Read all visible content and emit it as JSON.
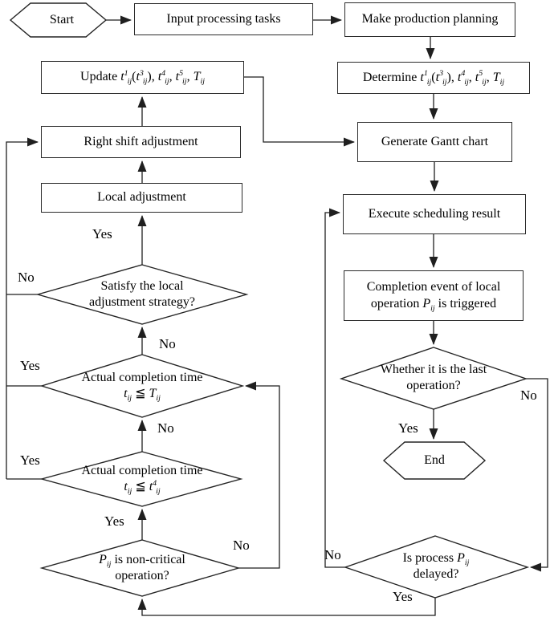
{
  "colors": {
    "background": "#ffffff",
    "line": "#1f1f1f",
    "box_border": "#2b2b2b",
    "text": "#000000"
  },
  "nodes": {
    "start": {
      "label": "Start"
    },
    "input_tasks": {
      "label": "Input processing tasks"
    },
    "make_planning": {
      "label": "Make production planning"
    },
    "determine": {
      "rich": [
        {
          "t": "Determine "
        },
        {
          "i": "t",
          "sup": "1",
          "sub": "ij"
        },
        {
          "t": "("
        },
        {
          "i": "t",
          "sup": "3",
          "sub": "ij"
        },
        {
          "t": "), "
        },
        {
          "i": "t",
          "sup": "4",
          "sub": "ij"
        },
        {
          "t": ", "
        },
        {
          "i": "t",
          "sup": "5",
          "sub": "ij"
        },
        {
          "t": ", "
        },
        {
          "i": "T",
          "sub": "ij"
        }
      ]
    },
    "generate_gantt": {
      "label": "Generate Gantt chart"
    },
    "update": {
      "rich": [
        {
          "t": "Update "
        },
        {
          "i": "t",
          "sup": "1",
          "sub": "ij"
        },
        {
          "t": "("
        },
        {
          "i": "t",
          "sup": "3",
          "sub": "ij"
        },
        {
          "t": "), "
        },
        {
          "i": "t",
          "sup": "4",
          "sub": "ij"
        },
        {
          "t": ", "
        },
        {
          "i": "t",
          "sup": "5",
          "sub": "ij"
        },
        {
          "t": ", "
        },
        {
          "i": "T",
          "sub": "ij"
        }
      ]
    },
    "right_shift": {
      "label": "Right shift adjustment"
    },
    "local_adjustment": {
      "label": "Local adjustment"
    },
    "satisfy_local": {
      "label": "Satisfy the local adjustment strategy?"
    },
    "actual_completion_T": {
      "rich": [
        {
          "t": "Actual completion time"
        },
        {
          "br": true
        },
        {
          "i": "t",
          "sub": "ij"
        },
        {
          "t": " ≦ "
        },
        {
          "i": "T",
          "sub": "ij"
        }
      ]
    },
    "actual_completion_t4": {
      "rich": [
        {
          "t": "Actual completion time"
        },
        {
          "br": true
        },
        {
          "i": "t",
          "sub": "ij"
        },
        {
          "t": " ≦ "
        },
        {
          "i": "t",
          "sup": "4",
          "sub": "ij"
        }
      ]
    },
    "pij_noncritical": {
      "rich": [
        {
          "i": "P",
          "sub": "ij"
        },
        {
          "t": " is non-critical operation?"
        }
      ]
    },
    "execute": {
      "label": "Execute scheduling result"
    },
    "completion_event": {
      "rich": [
        {
          "t": "Completion event of local operation "
        },
        {
          "i": "P",
          "sub": "ij"
        },
        {
          "t": " is triggered"
        }
      ]
    },
    "whether_last": {
      "label": "Whether it is the last operation?"
    },
    "end": {
      "label": "End"
    },
    "is_delayed": {
      "rich": [
        {
          "t": "Is process "
        },
        {
          "i": "P",
          "sub": "ij"
        },
        {
          "t": " delayed?"
        }
      ]
    }
  },
  "edge_labels": {
    "satisfy_yes": "Yes",
    "satisfy_no": "No",
    "actual_T_yes": "Yes",
    "actual_T_no": "No",
    "actual_t4_yes": "Yes",
    "actual_t4_no": "No",
    "pij_yes": "Yes",
    "pij_no": "No",
    "whether_last_yes": "Yes",
    "whether_last_no": "No",
    "is_delayed_yes": "Yes",
    "is_delayed_no": "No"
  }
}
